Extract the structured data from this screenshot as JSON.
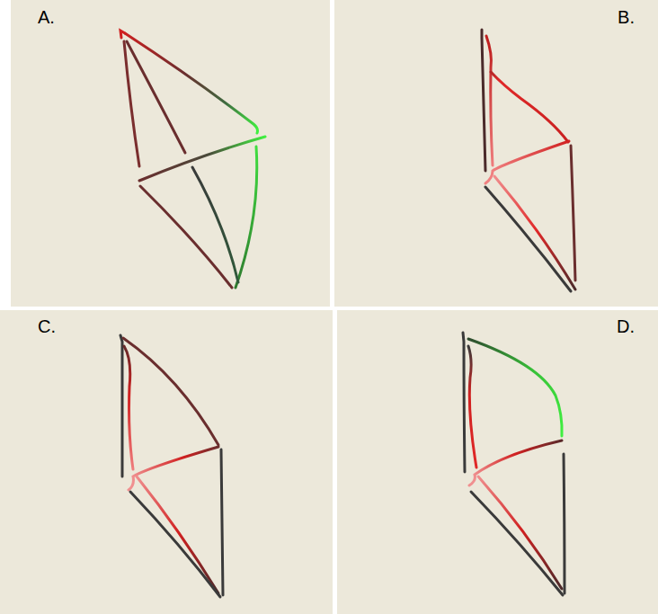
{
  "diagram": {
    "labels": [
      "A.",
      "B.",
      "C.",
      "D."
    ]
  }
}
